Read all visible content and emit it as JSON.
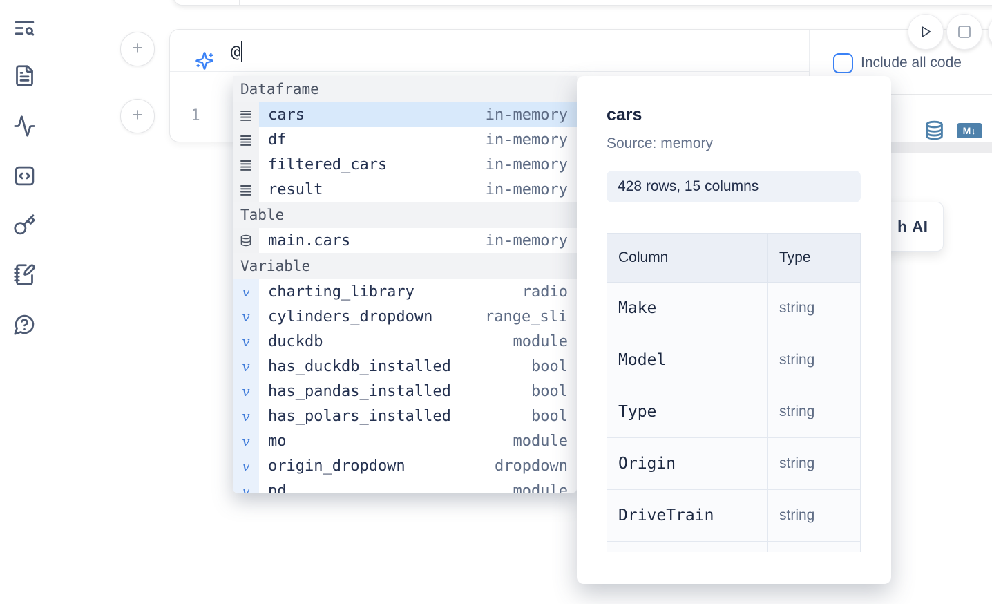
{
  "sidebar": {
    "icons": [
      "text-search-icon",
      "file-text-icon",
      "activity-icon",
      "code-square-icon",
      "key-icon",
      "notebook-pen-icon",
      "help-chat-icon"
    ]
  },
  "run_controls": {
    "icons": [
      "play-icon",
      "stop-icon"
    ]
  },
  "toolbar": {
    "include_all_code_label": "Include all code"
  },
  "ai_prompt": {
    "value": "@"
  },
  "editor": {
    "line_number": "1",
    "plus_label": "+"
  },
  "cell_actions": {
    "icons": [
      "database-icon",
      "markdown-icon"
    ],
    "markdown_badge": "M↓"
  },
  "ai_shortcut_button": {
    "partial_text": "h",
    "label": "AI"
  },
  "autocomplete": {
    "sections": [
      {
        "label": "Dataframe",
        "kind": "dataframe",
        "items": [
          {
            "name": "cars",
            "type": "in-memory",
            "selected": true
          },
          {
            "name": "df",
            "type": "in-memory"
          },
          {
            "name": "filtered_cars",
            "type": "in-memory"
          },
          {
            "name": "result",
            "type": "in-memory"
          }
        ]
      },
      {
        "label": "Table",
        "kind": "table",
        "items": [
          {
            "name": "main.cars",
            "type": "in-memory"
          }
        ]
      },
      {
        "label": "Variable",
        "kind": "variable",
        "items": [
          {
            "name": "charting_library",
            "type": "radio"
          },
          {
            "name": "cylinders_dropdown",
            "type": "range_slider"
          },
          {
            "name": "duckdb",
            "type": "module"
          },
          {
            "name": "has_duckdb_installed",
            "type": "bool"
          },
          {
            "name": "has_pandas_installed",
            "type": "bool"
          },
          {
            "name": "has_polars_installed",
            "type": "bool"
          },
          {
            "name": "mo",
            "type": "module"
          },
          {
            "name": "origin_dropdown",
            "type": "dropdown"
          },
          {
            "name": "pd",
            "type": "module"
          }
        ]
      }
    ]
  },
  "preview": {
    "title": "cars",
    "source": "Source: memory",
    "shape_badge": "428 rows, 15 columns",
    "table": {
      "headers": [
        "Column",
        "Type"
      ],
      "rows": [
        [
          "Make",
          "string"
        ],
        [
          "Model",
          "string"
        ],
        [
          "Type",
          "string"
        ],
        [
          "Origin",
          "string"
        ],
        [
          "DriveTrain",
          "string"
        ],
        [
          "",
          ""
        ]
      ]
    }
  },
  "colors": {
    "accent": "#3b82f6",
    "selection": "#d8e9fb",
    "steel_icon": "#4e81ab"
  }
}
